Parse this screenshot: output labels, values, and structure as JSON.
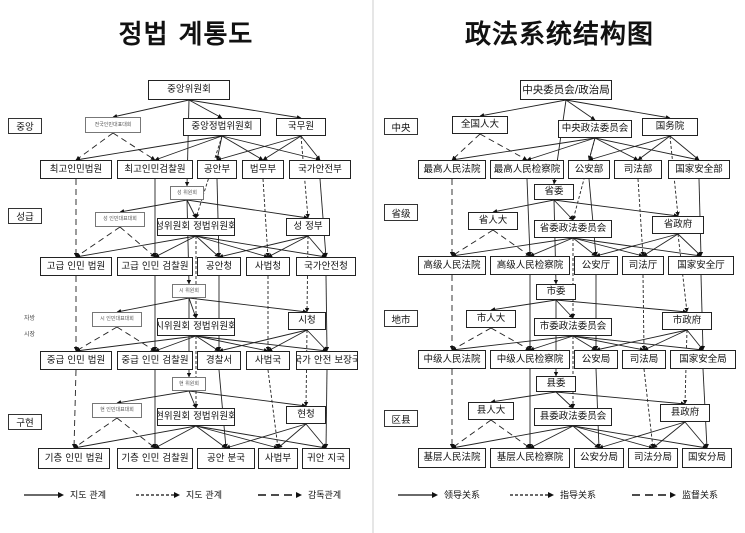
{
  "left": {
    "title": "정법 계통도",
    "levels": {
      "central": "중앙",
      "province": "성급",
      "city_a": "자방",
      "city_b": "시장",
      "county": "구현"
    },
    "nodes": {
      "c_committee": "중앙위원회",
      "c_npc": "전국인민대표대회",
      "c_pl": "중앙정법위원회",
      "c_state": "국무원",
      "c_court": "최고인민법원",
      "c_proc": "최고인민검찰원",
      "c_pub": "공안부",
      "c_just": "법무부",
      "c_sec": "국가안전부",
      "p_committee": "성 위원회",
      "p_npc": "성 인민대표대회",
      "p_pl": "성위원회 정법위원회",
      "p_gov": "성 정부",
      "p_court": "고급 인민 법원",
      "p_proc": "고급 인민 검찰원",
      "p_pub": "공안청",
      "p_just": "사법청",
      "p_sec": "국가안전청",
      "m_committee": "시 위원회",
      "m_npc": "시 인민대표대회",
      "m_pl": "시위원회 정법위원회",
      "m_gov": "시청",
      "m_court": "중급 인민 법원",
      "m_proc": "중급 인민 검찰원",
      "m_pub": "경찰서",
      "m_just": "사법국",
      "m_sec": "국가 안전 보장국",
      "x_committee": "현 위원회",
      "x_npc": "현 인민대표대회",
      "x_pl": "현위원회 정법위원회",
      "x_gov": "현청",
      "x_court": "기층 인민 법원",
      "x_proc": "기층 인민 검찰원",
      "x_pub": "공안 분국",
      "x_just": "사법부",
      "x_sec": "귀안 지국"
    },
    "legend": {
      "lead": "지도 관계",
      "guide": "지도 관계",
      "supervise": "감독관계"
    }
  },
  "right": {
    "title": "政法系统结构图",
    "levels": {
      "central": "中央",
      "province": "省级",
      "city": "地市",
      "county": "区县"
    },
    "nodes": {
      "c_committee": "中央委员会/政治局",
      "c_npc": "全国人大",
      "c_pl": "中央政法委员会",
      "c_state": "国务院",
      "c_court": "最高人民法院",
      "c_proc": "最高人民检察院",
      "c_pub": "公安部",
      "c_just": "司法部",
      "c_sec": "国家安全部",
      "p_committee": "省委",
      "p_npc": "省人大",
      "p_pl": "省委政法委员会",
      "p_gov": "省政府",
      "p_court": "高级人民法院",
      "p_proc": "高级人民检察院",
      "p_pub": "公安厅",
      "p_just": "司法厅",
      "p_sec": "国家安全厅",
      "m_committee": "市委",
      "m_npc": "市人大",
      "m_pl": "市委政法委员会",
      "m_gov": "市政府",
      "m_court": "中级人民法院",
      "m_proc": "中级人民检察院",
      "m_pub": "公安局",
      "m_just": "司法局",
      "m_sec": "国家安全局",
      "x_committee": "县委",
      "x_npc": "县人大",
      "x_pl": "县委政法委员会",
      "x_gov": "县政府",
      "x_court": "基层人民法院",
      "x_proc": "基层人民检察院",
      "x_pub": "公安分局",
      "x_just": "司法分局",
      "x_sec": "国安分局"
    },
    "legend": {
      "lead": "领导关系",
      "guide": "指导关系",
      "supervise": "监督关系"
    }
  }
}
